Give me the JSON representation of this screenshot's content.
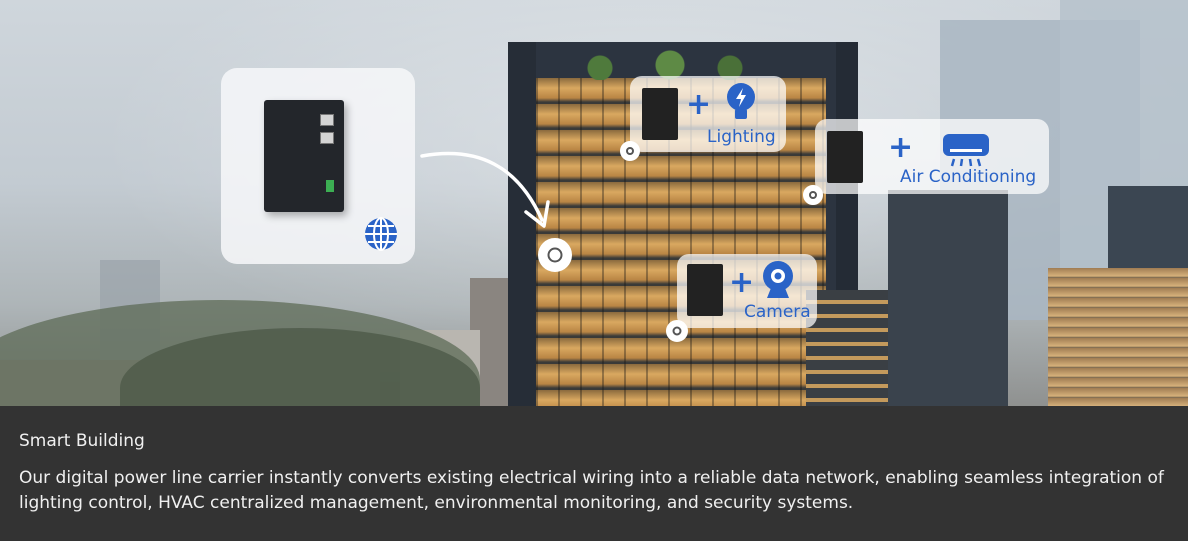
{
  "hero": {
    "cards": {
      "lighting": {
        "label": "Lighting",
        "plus": "+",
        "icon": "lightbulb-icon"
      },
      "air_conditioning": {
        "label": "Air Conditioning",
        "plus": "+",
        "icon": "air-conditioner-icon"
      },
      "camera": {
        "label": "Camera",
        "plus": "+",
        "icon": "webcam-icon"
      }
    },
    "device": {
      "icon": "globe-icon"
    },
    "colors": {
      "accent": "#2a63c7",
      "caption_bg": "#333333",
      "caption_text": "#f0f0f0"
    }
  },
  "caption": {
    "title": "Smart Building",
    "description": "Our digital power line carrier instantly converts existing electrical wiring into a reliable data network, enabling seamless integration of lighting control, HVAC centralized management, environmental monitoring, and security systems."
  }
}
